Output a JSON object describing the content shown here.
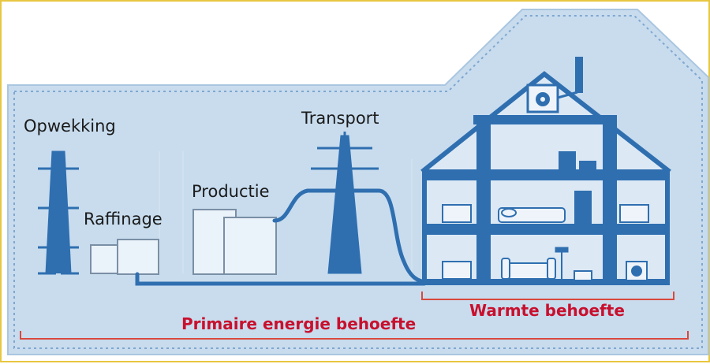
{
  "stages": {
    "generation": "Opwekking",
    "refining": "Raffinage",
    "production": "Productie",
    "transport": "Transport"
  },
  "brackets": {
    "heat_demand": "Warmte behoefte",
    "primary_energy_demand": "Primaire energie behoefte"
  },
  "colors": {
    "frame_border": "#e8c640",
    "background": "#c8dcee",
    "structure_blue": "#2f6fb0",
    "line_blue": "#5a8fc6",
    "bracket_red": "#d9483c",
    "text_red": "#c8102e",
    "text_dark": "#1a1a1a"
  },
  "icons": [
    "fan-icon",
    "chimney-icon",
    "radiator-icon",
    "sofa-icon",
    "lamp-icon",
    "heat-pump-icon",
    "pylon-icon",
    "drilling-tower-icon",
    "factory-icon"
  ]
}
